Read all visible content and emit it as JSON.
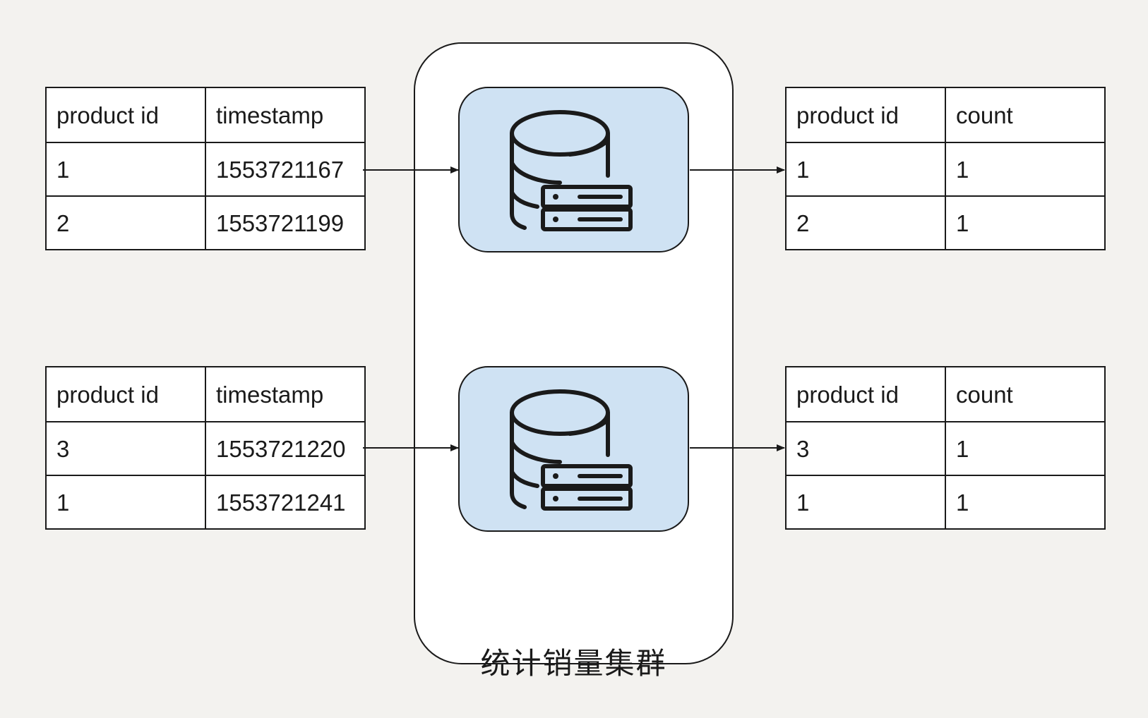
{
  "input_tables": [
    {
      "headers": [
        "product id",
        "timestamp"
      ],
      "rows": [
        [
          "1",
          "1553721167"
        ],
        [
          "2",
          "1553721199"
        ]
      ]
    },
    {
      "headers": [
        "product id",
        "timestamp"
      ],
      "rows": [
        [
          "3",
          "1553721220"
        ],
        [
          "1",
          "1553721241"
        ]
      ]
    }
  ],
  "output_tables": [
    {
      "headers": [
        "product id",
        "count"
      ],
      "rows": [
        [
          "1",
          "1"
        ],
        [
          "2",
          "1"
        ]
      ]
    },
    {
      "headers": [
        "product id",
        "count"
      ],
      "rows": [
        [
          "3",
          "1"
        ],
        [
          "1",
          "1"
        ]
      ]
    }
  ],
  "cluster": {
    "label": "统计销量集群",
    "nodes": [
      {
        "icon": "database-server-icon"
      },
      {
        "icon": "database-server-icon"
      }
    ]
  },
  "colors": {
    "background": "#f3f2ef",
    "node_fill": "#cfe2f3",
    "stroke": "#1a1a1a"
  }
}
